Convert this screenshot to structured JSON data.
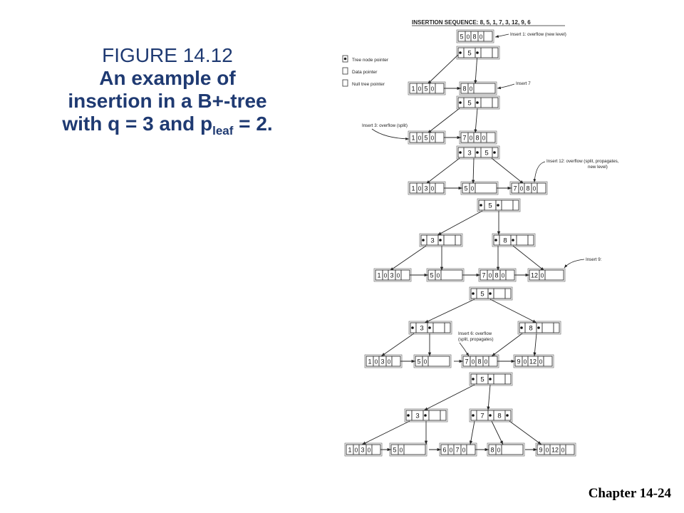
{
  "figure": {
    "line1": "FIGURE 14.12",
    "line2": "An example of",
    "line3": "insertion in a B+-tree",
    "line4_pre": "with q = 3 and p",
    "line4_sub": "leaf",
    "line4_post": " = 2."
  },
  "footer": "Chapter 14-24",
  "diagram": {
    "heading": "INSERTION SEQUENCE: 8, 5, 1, 7, 3, 12, 9, 6",
    "legend": [
      "Tree node pointer",
      "Data pointer",
      "Null tree pointer"
    ],
    "annotations": [
      "Insert 1: overflow (new level)",
      "Insert 7",
      "Insert 3: overflow (split)",
      "Insert 12: overflow (split, propagates,",
      "new level)",
      "Insert 9:",
      "Insert 6: overflow",
      "(split, propagates)"
    ]
  },
  "nodes": [
    {
      "kind": "leaf",
      "keys": [
        "5",
        "8"
      ]
    },
    {
      "kind": "internal",
      "keys": [
        "5"
      ]
    },
    {
      "kind": "leaf",
      "keys": [
        "1",
        "5"
      ]
    },
    {
      "kind": "leaf",
      "keys": [
        "8"
      ]
    },
    {
      "kind": "internal",
      "keys": [
        "5"
      ]
    },
    {
      "kind": "leaf",
      "keys": [
        "1",
        "5"
      ]
    },
    {
      "kind": "leaf",
      "keys": [
        "7",
        "8"
      ]
    },
    {
      "kind": "internal",
      "keys": [
        "3",
        "5"
      ]
    },
    {
      "kind": "leaf",
      "keys": [
        "1",
        "3"
      ]
    },
    {
      "kind": "leaf",
      "keys": [
        "5"
      ]
    },
    {
      "kind": "leaf",
      "keys": [
        "7",
        "8"
      ]
    },
    {
      "kind": "internal",
      "keys": [
        "5"
      ]
    },
    {
      "kind": "internal",
      "keys": [
        "3"
      ]
    },
    {
      "kind": "internal",
      "keys": [
        "8"
      ]
    },
    {
      "kind": "leaf",
      "keys": [
        "1",
        "3"
      ]
    },
    {
      "kind": "leaf",
      "keys": [
        "5"
      ]
    },
    {
      "kind": "leaf",
      "keys": [
        "7",
        "8"
      ]
    },
    {
      "kind": "leaf",
      "keys": [
        "12"
      ]
    },
    {
      "kind": "internal",
      "keys": [
        "5"
      ]
    },
    {
      "kind": "internal",
      "keys": [
        "3"
      ]
    },
    {
      "kind": "internal",
      "keys": [
        "8"
      ]
    },
    {
      "kind": "leaf",
      "keys": [
        "1",
        "3"
      ]
    },
    {
      "kind": "leaf",
      "keys": [
        "5"
      ]
    },
    {
      "kind": "leaf",
      "keys": [
        "7",
        "8"
      ]
    },
    {
      "kind": "leaf",
      "keys": [
        "9",
        "12"
      ]
    },
    {
      "kind": "internal",
      "keys": [
        "5"
      ]
    },
    {
      "kind": "internal",
      "keys": [
        "3"
      ]
    },
    {
      "kind": "internal",
      "keys": [
        "7",
        "8"
      ]
    },
    {
      "kind": "leaf",
      "keys": [
        "1",
        "3"
      ]
    },
    {
      "kind": "leaf",
      "keys": [
        "5"
      ]
    },
    {
      "kind": "leaf",
      "keys": [
        "6",
        "7"
      ]
    },
    {
      "kind": "leaf",
      "keys": [
        "8"
      ]
    },
    {
      "kind": "leaf",
      "keys": [
        "9",
        "12"
      ]
    }
  ],
  "leaf_null": "0"
}
